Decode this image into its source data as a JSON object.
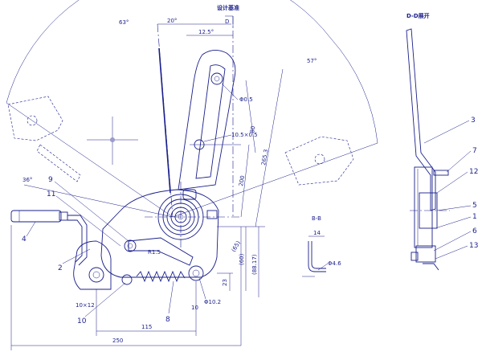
{
  "titles": {
    "design_ref": "设计基准",
    "view_dd": "D-D展开",
    "view_bb": "B-B"
  },
  "angles": {
    "a63": "63°",
    "a20": "20°",
    "a12_5": "12.5°",
    "a57": "57°",
    "a36": "36°"
  },
  "dims": {
    "d_hole": "Φ0.5",
    "d_slot": "10.5×0.5",
    "d80": "80",
    "d265": "265.3",
    "d200": "200",
    "d65": "(65)",
    "d23": "23",
    "d60": "(60)",
    "d88": "(88.17)",
    "d10x12": "10×12",
    "d115": "115",
    "d250": "250",
    "d14": "14",
    "d46": "Φ4.6",
    "d102": "Φ10.2",
    "d10": "10",
    "dR": "R1.5"
  },
  "callouts": [
    "1",
    "2",
    "3",
    "4",
    "5",
    "6",
    "7",
    "8",
    "9",
    "10",
    "11",
    "12",
    "13"
  ],
  "letter_d": "D"
}
